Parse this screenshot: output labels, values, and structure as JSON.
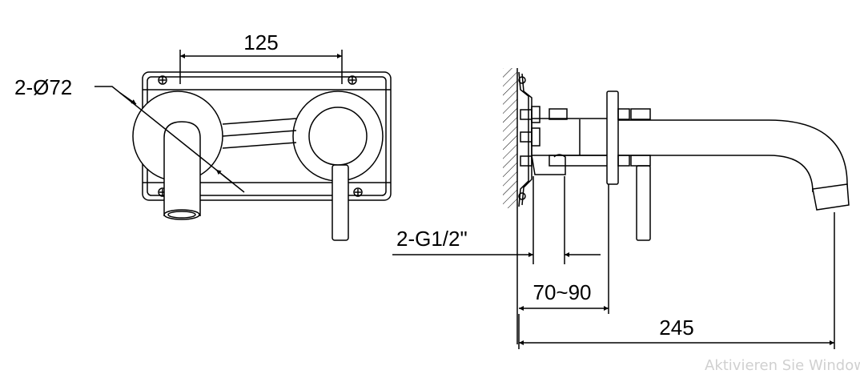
{
  "drawing": {
    "dimensions": {
      "handle_spacing": "125",
      "escutcheon_diameter": "2-Ø72",
      "thread": "2-G1/2\"",
      "wall_depth_range": "70~90",
      "spout_projection": "245"
    }
  },
  "watermark": "Aktivieren Sie Windows"
}
